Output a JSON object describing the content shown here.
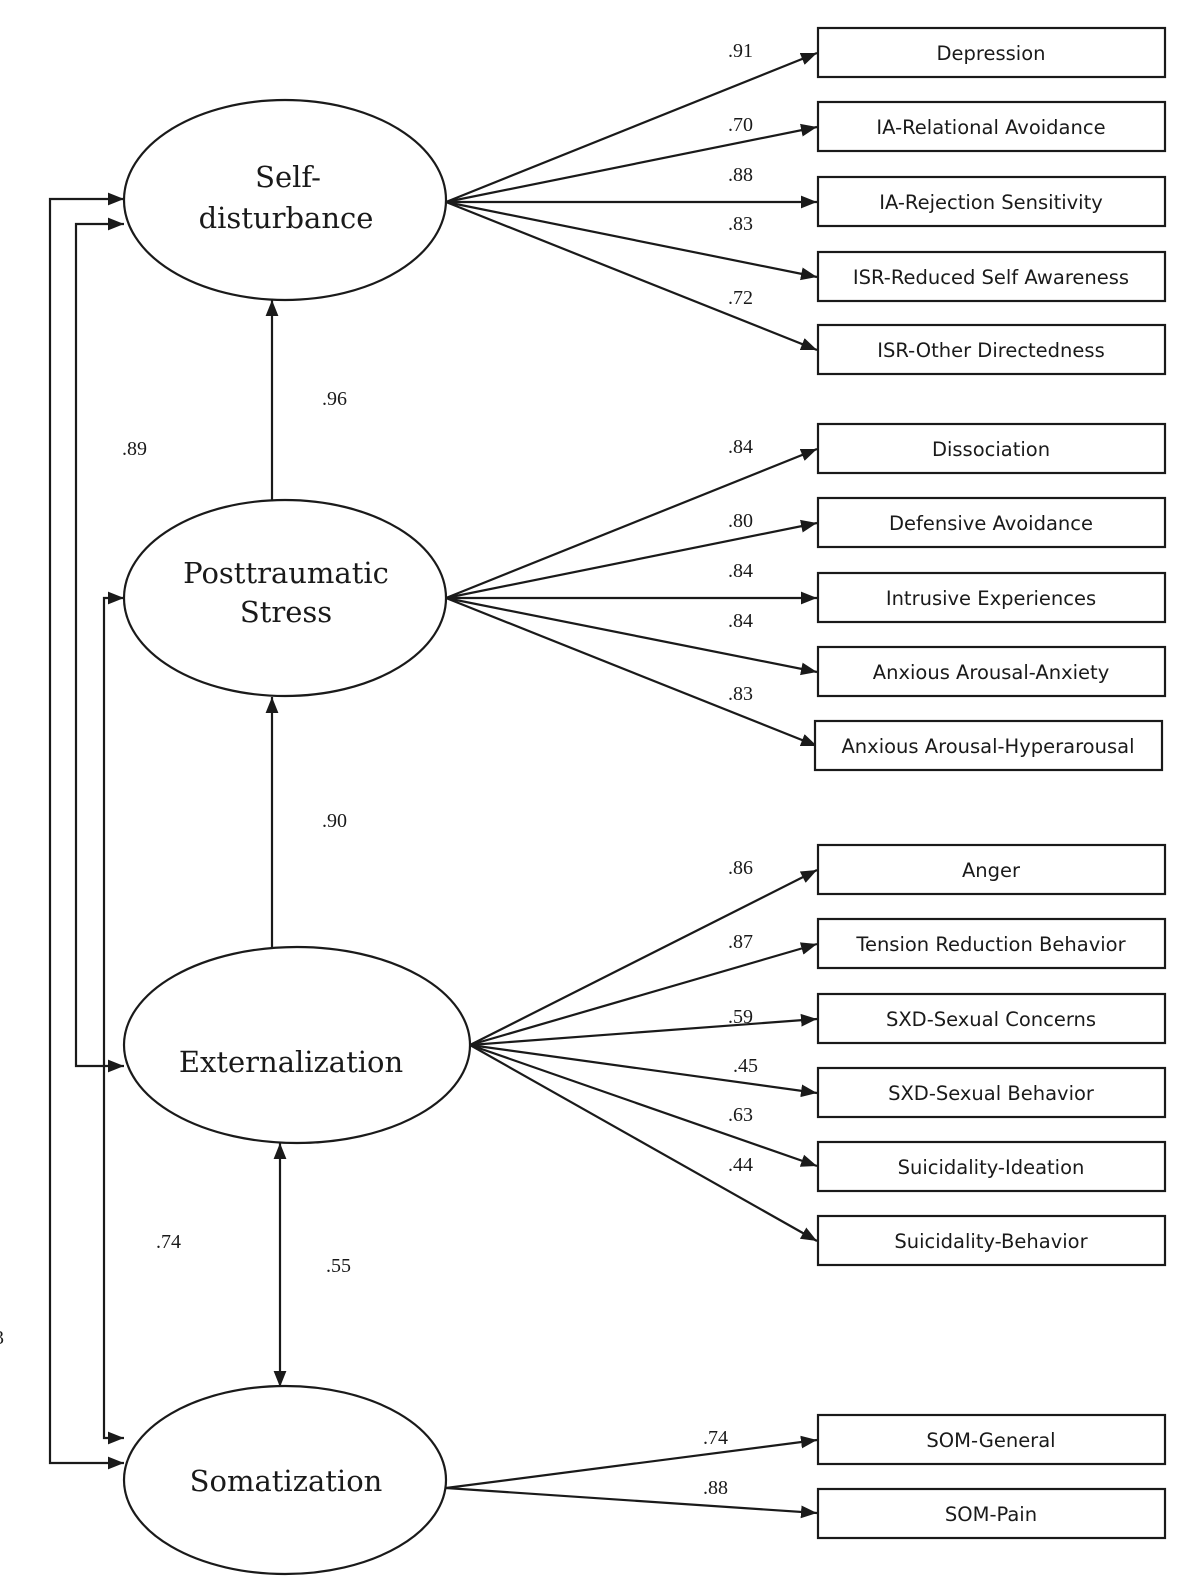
{
  "latents": {
    "self_disturbance": {
      "line1": "Self-",
      "line2": "disturbance"
    },
    "posttraumatic_stress": {
      "line1": "Posttraumatic",
      "line2": "Stress"
    },
    "externalization": {
      "line1": "Externalization"
    },
    "somatization": {
      "line1": "Somatization"
    }
  },
  "indicators": {
    "depression": "Depression",
    "ia_relational_avoidance": "IA-Relational Avoidance",
    "ia_rejection_sensitivity": "IA-Rejection Sensitivity",
    "isr_reduced_self_awareness": "ISR-Reduced Self Awareness",
    "isr_other_directedness": "ISR-Other Directedness",
    "dissociation": "Dissociation",
    "defensive_avoidance": "Defensive Avoidance",
    "intrusive_experiences": "Intrusive Experiences",
    "anxious_arousal_anxiety": "Anxious Arousal-Anxiety",
    "anxious_arousal_hyperarousal": "Anxious Arousal-Hyperarousal",
    "anger": "Anger",
    "tension_reduction_behavior": "Tension Reduction Behavior",
    "sxd_sexual_concerns": "SXD-Sexual Concerns",
    "sxd_sexual_behavior": "SXD-Sexual Behavior",
    "suicidality_ideation": "Suicidality-Ideation",
    "suicidality_behavior": "Suicidality-Behavior",
    "som_general": "SOM-General",
    "som_pain": "SOM-Pain"
  },
  "loadings": {
    "depression": ".91",
    "ia_relational_avoidance": ".70",
    "ia_rejection_sensitivity": ".88",
    "isr_reduced_self_awareness": ".83",
    "isr_other_directedness": ".72",
    "dissociation": ".84",
    "defensive_avoidance": ".80",
    "intrusive_experiences": ".84",
    "anxious_arousal_anxiety": ".84",
    "anxious_arousal_hyperarousal": ".83",
    "anger": ".86",
    "tension_reduction_behavior": ".87",
    "sxd_sexual_concerns": ".59",
    "sxd_sexual_behavior": ".45",
    "suicidality_ideation": ".63",
    "suicidality_behavior": ".44",
    "som_general": ".74",
    "som_pain": ".88"
  },
  "correlations": {
    "self_pts": ".96",
    "pts_ext": ".90",
    "ext_som": ".55",
    "self_ext": ".89",
    "pts_som": ".74"
  },
  "edge_fragment": "3"
}
